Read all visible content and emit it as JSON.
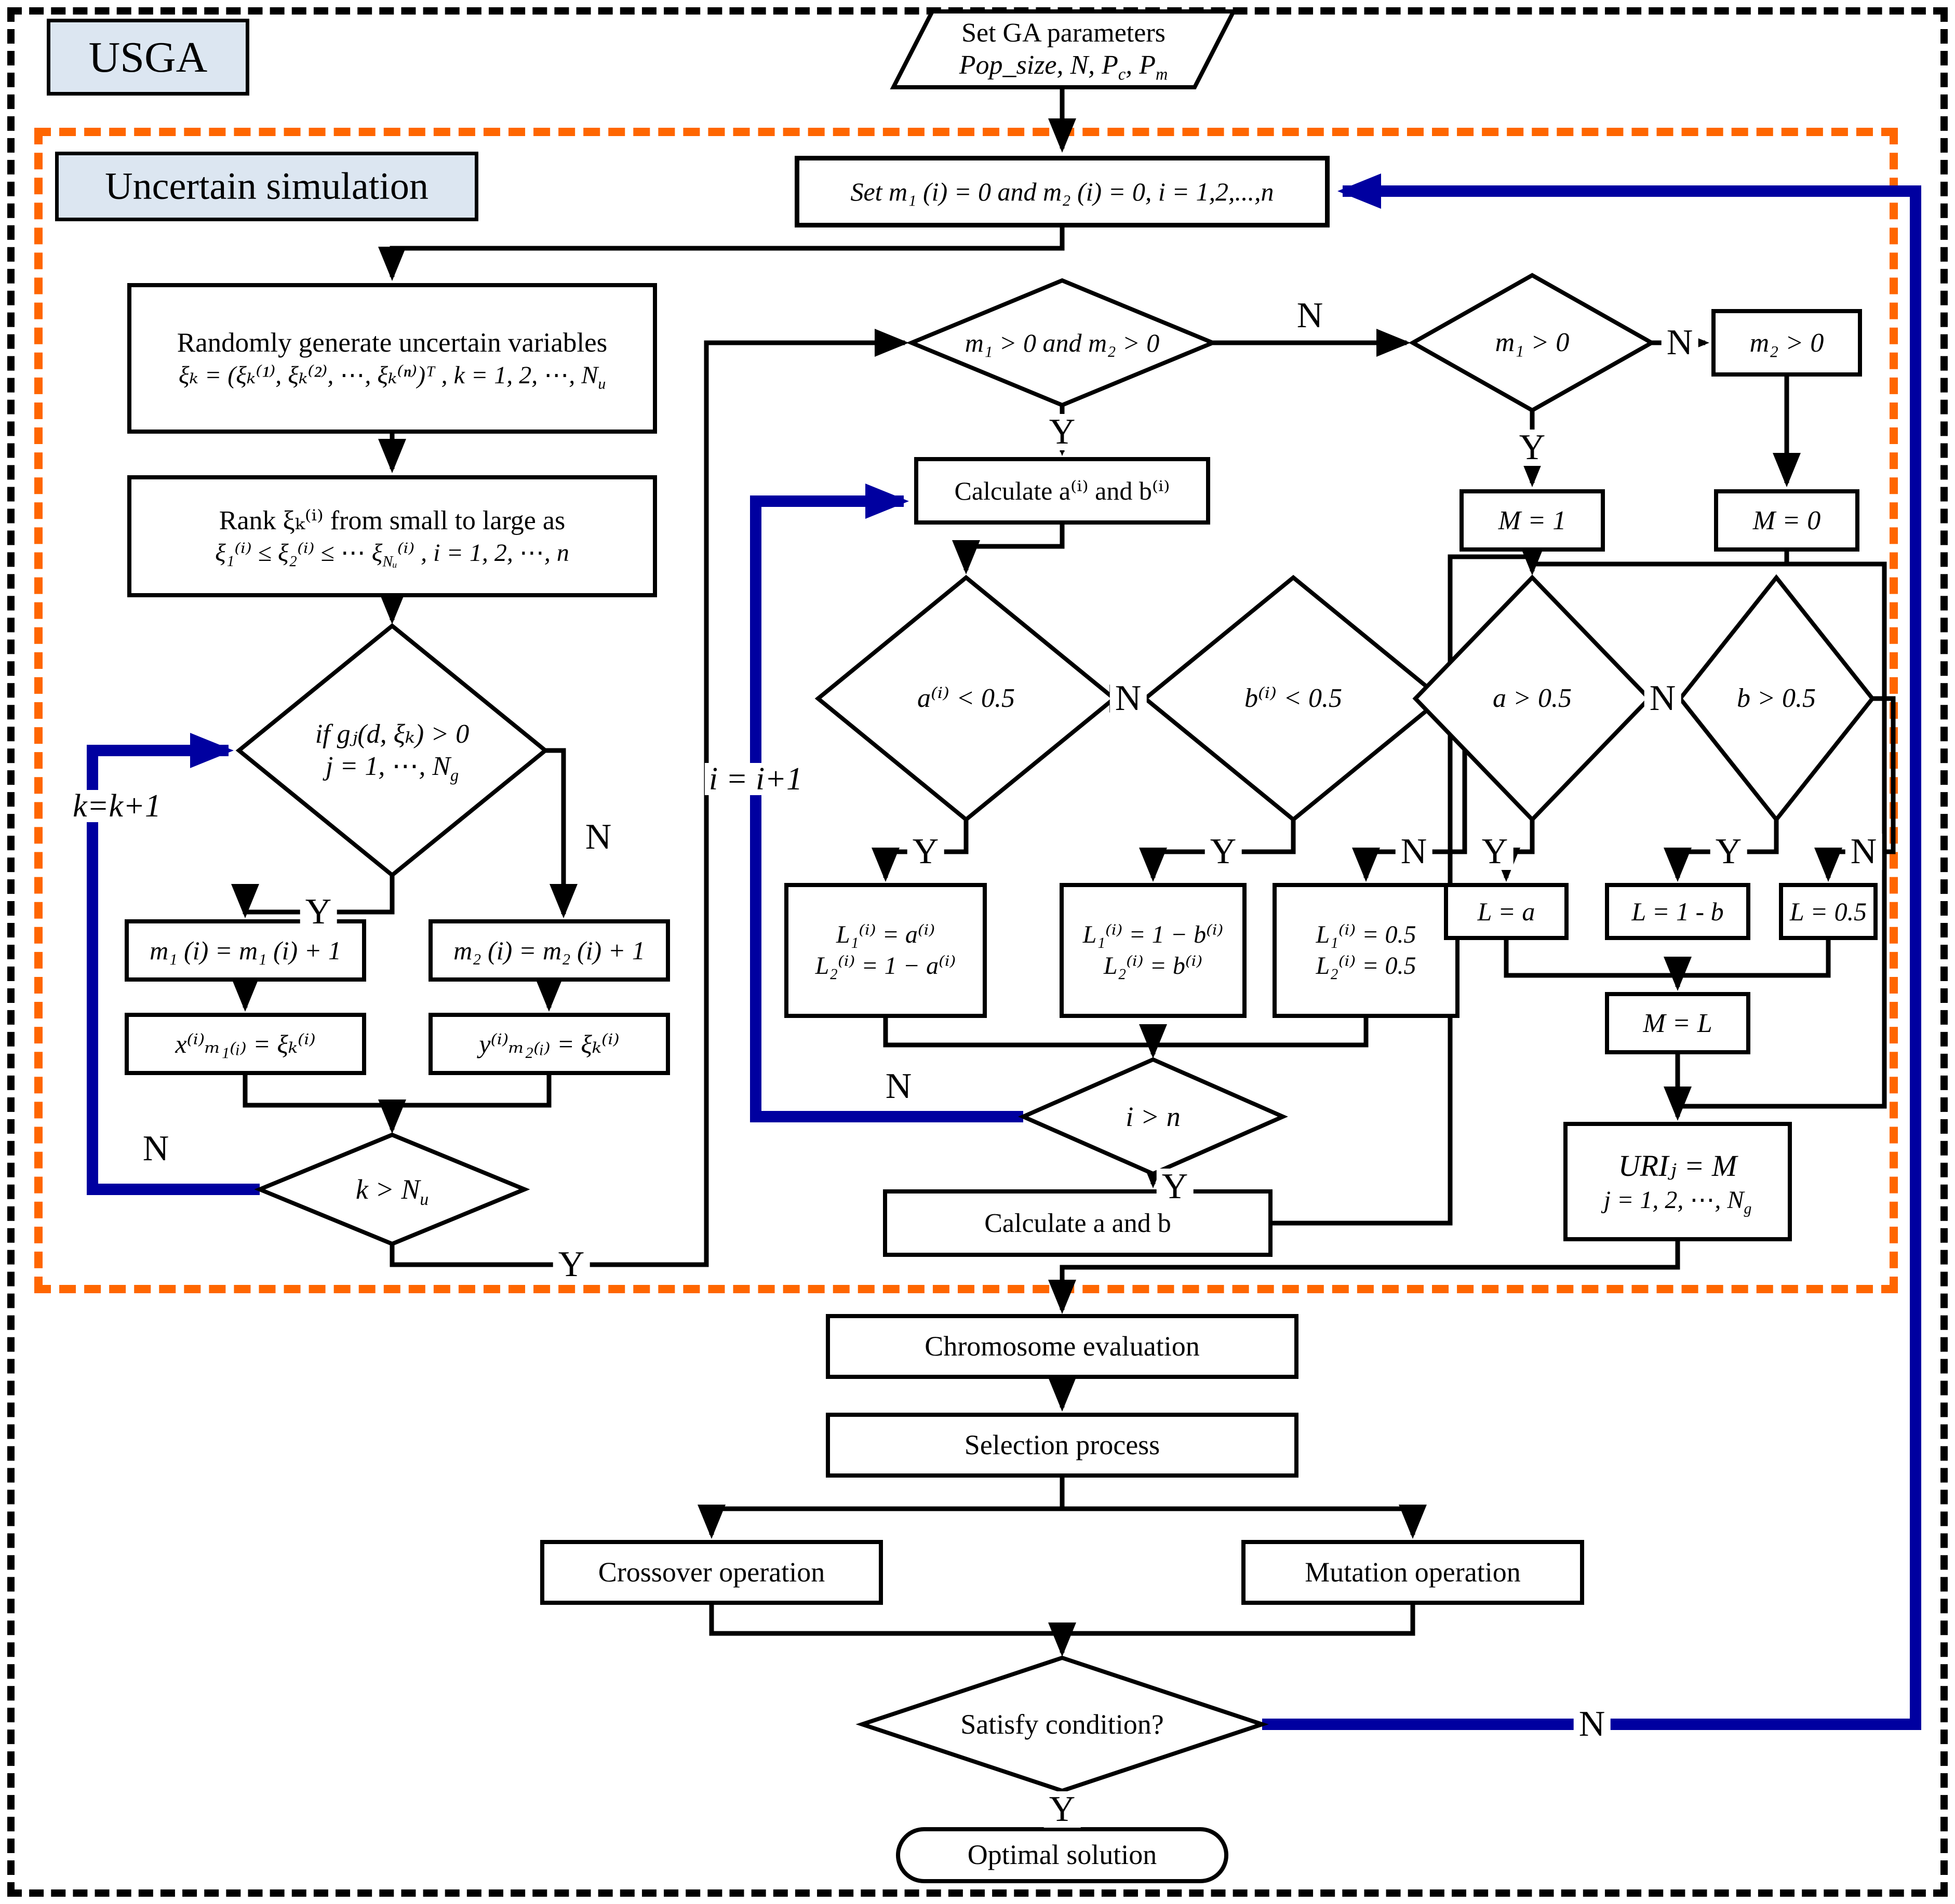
{
  "colors": {
    "accent_blue": "#0000A0",
    "frame_orange": "#FF6600",
    "label_fill": "#DCE6F1",
    "line_black": "#000000"
  },
  "labels": {
    "usga": "USGA",
    "uncertain_sim": "Uncertain simulation",
    "k_loop": "k=k+1",
    "i_loop": "i = i+1",
    "yes": "Y",
    "no": "N"
  },
  "nodes": {
    "start": {
      "l1": "Set GA parameters",
      "l2a": "Pop_size, N, P",
      "l2a_sub": "c",
      "l2b": ", P",
      "l2b_sub": "m"
    },
    "set_m": {
      "text": "Set m₁ (i) = 0 and m₂ (i) = 0, i = 1,2,...,n"
    },
    "gen": {
      "l1": "Randomly generate uncertain variables",
      "l2a": "ξₖ = (ξₖ⁽¹⁾, ξₖ⁽²⁾, ⋯, ξₖ⁽ⁿ⁾)ᵀ ,  k = 1, 2, ⋯, N",
      "l2a_sub": "u"
    },
    "rank": {
      "l1": "Rank ξₖ⁽ⁱ⁾ from small to large as",
      "l2a": "ξ₁⁽ⁱ⁾ ≤ ξ₂⁽ⁱ⁾ ≤ ⋯ ξ",
      "l2a_sub": "Nᵤ",
      "l2b": "⁽ⁱ⁾ ,  i = 1, 2, ⋯, n"
    },
    "ifg": {
      "l1": "if gⱼ(d, ξₖ) > 0",
      "l2a": "j = 1, ⋯, N",
      "l2a_sub": "g"
    },
    "m1_inc": {
      "text": "m₁ (i) = m₁ (i) + 1"
    },
    "m2_inc": {
      "text": "m₂ (i) = m₂ (i) + 1"
    },
    "x_assign": {
      "text": "x⁽ⁱ⁾ₘ₁₍ᵢ₎ = ξₖ⁽ⁱ⁾"
    },
    "y_assign": {
      "text": "y⁽ⁱ⁾ₘ₂₍ᵢ₎ = ξₖ⁽ⁱ⁾"
    },
    "k_check": {
      "l1a": "k > N",
      "l1a_sub": "u"
    },
    "m1m2_check": {
      "text": "m₁ > 0 and m₂ > 0"
    },
    "calc_ab_i": {
      "text": "Calculate a⁽ⁱ⁾ and b⁽ⁱ⁾"
    },
    "a_lt": {
      "text": "a⁽ⁱ⁾ < 0.5"
    },
    "b_lt": {
      "text": "b⁽ⁱ⁾ < 0.5"
    },
    "L_a": {
      "l1": "L₁⁽ⁱ⁾ = a⁽ⁱ⁾",
      "l2": "L₂⁽ⁱ⁾ = 1 − a⁽ⁱ⁾"
    },
    "L_b": {
      "l1": "L₁⁽ⁱ⁾ = 1 − b⁽ⁱ⁾",
      "l2": "L₂⁽ⁱ⁾ = b⁽ⁱ⁾"
    },
    "L_half": {
      "l1": "L₁⁽ⁱ⁾ = 0.5",
      "l2": "L₂⁽ⁱ⁾ = 0.5"
    },
    "i_check": {
      "text": "i > n"
    },
    "calc_ab": {
      "text": "Calculate a and b"
    },
    "m1_check": {
      "text": "m₁ > 0"
    },
    "m2_check": {
      "text": "m₂ > 0"
    },
    "M_one": {
      "text": "M = 1"
    },
    "M_zero": {
      "text": "M = 0"
    },
    "a_gt": {
      "text": "a > 0.5"
    },
    "b_gt": {
      "text": "b > 0.5"
    },
    "L_eq_a": {
      "text": "L = a"
    },
    "L_eq_1b": {
      "text": "L = 1 - b"
    },
    "L_eq_half": {
      "text": "L = 0.5"
    },
    "M_eq_L": {
      "text": "M = L"
    },
    "uri": {
      "l1": "URIⱼ = M",
      "l2a": "j = 1, 2, ⋯, N",
      "l2a_sub": "g"
    },
    "chromosome": {
      "text": "Chromosome evaluation"
    },
    "selection": {
      "text": "Selection process"
    },
    "crossover": {
      "text": "Crossover operation"
    },
    "mutation": {
      "text": "Mutation operation"
    },
    "satisfy": {
      "text": "Satisfy condition?"
    },
    "optimal": {
      "text": "Optimal solution"
    }
  }
}
